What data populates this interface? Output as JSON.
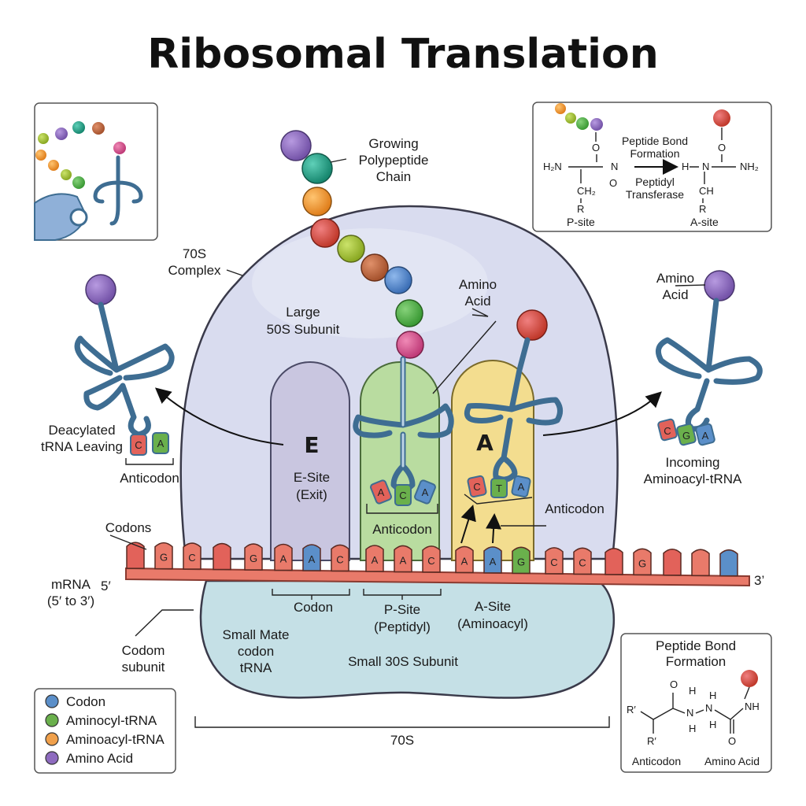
{
  "title": "Ribosomal Translation",
  "labels": {
    "growing_chain": [
      "Growing",
      "Polypeptide",
      "Chain"
    ],
    "complex_70s": [
      "70S",
      "Complex"
    ],
    "large_subunit": [
      "Large",
      "50S Subunit"
    ],
    "amino_acid_center": [
      "Amino",
      "Acid"
    ],
    "amino_acid_right": [
      "Amino",
      "Acid"
    ],
    "deacylated": [
      "Deacylated",
      "tRNA Leaving"
    ],
    "anticodon_left": "Anticodon",
    "anticodon_mid": "Anticodon",
    "anticodon_right": "Anticodon",
    "incoming": [
      "Incoming",
      "Aminoacyl-tRNA"
    ],
    "e_letter": "E",
    "a_letter": "A",
    "e_site": [
      "E-Site",
      "(Exit)"
    ],
    "codons": "Codons",
    "mrna": [
      "mRNA",
      "(5′ to 3′)"
    ],
    "five_prime": "5′",
    "three_prime": "3’",
    "codon": "Codon",
    "p_site": [
      "P-Site",
      "(Peptidyl)"
    ],
    "a_site": [
      "A-Site",
      "(Aminoacyl)"
    ],
    "codom_subunit": [
      "Codom",
      "subunit"
    ],
    "small_mate": [
      "Small Mate",
      "codon",
      "tRNA"
    ],
    "small_subunit": "Small 30S Subunit",
    "bracket_70s": "70S"
  },
  "mrna_codons": {
    "left_run": [
      "",
      "G",
      "C",
      "",
      "G"
    ],
    "e_site": [
      "A",
      "A",
      "C"
    ],
    "p_site": [
      "A",
      "A",
      "C"
    ],
    "a_site": [
      "A",
      "A",
      "G"
    ],
    "right_run": [
      "C",
      "C",
      "",
      "G",
      "",
      "",
      ""
    ]
  },
  "anticodons": {
    "leaving": [
      "C",
      "A"
    ],
    "p_site": [
      "A",
      "C",
      "A"
    ],
    "a_site": [
      "C",
      "T",
      "A"
    ],
    "incoming": [
      "C",
      "G",
      "A"
    ]
  },
  "reaction_box": {
    "left": [
      "H₂N",
      "O",
      "N",
      "O",
      "CH₂",
      "R",
      "P-site"
    ],
    "arrow_top": [
      "Peptide Bond",
      "Formation"
    ],
    "arrow_bottom": [
      "Peptidyl",
      "Transferase"
    ],
    "right": [
      "H",
      "N",
      "O",
      "NH₂",
      "CH",
      "R",
      "A-site"
    ]
  },
  "bond_box": {
    "title": [
      "Peptide Bond",
      "Formation"
    ],
    "atoms": [
      "O",
      "H",
      "H",
      "R′",
      "N",
      "N",
      "NH",
      "R′",
      "H",
      "H",
      "O"
    ],
    "captions": [
      "Anticodon",
      "Amino Acid"
    ]
  },
  "legend": [
    {
      "label": "Codon",
      "color": "#5b8fc9"
    },
    {
      "label": "Aminocyl-tRNA",
      "color": "#6ab04c"
    },
    {
      "label": "Aminoacyl-tRNA",
      "color": "#f0a04b"
    },
    {
      "label": "Amino Acid",
      "color": "#8e6bbf"
    }
  ],
  "colors": {
    "large_subunit": "#d9dcef",
    "small_subunit": "#c5e0e6",
    "e_site": "#c9c6e0",
    "p_site": "#b9dca0",
    "a_site": "#f3dd8f",
    "mrna": "#e97a6a",
    "trna": "#3e6d92"
  },
  "icons": [
    "trna-cloverleaf-icon",
    "amino-acid-bead-icon",
    "ribosome-inset-icon"
  ]
}
